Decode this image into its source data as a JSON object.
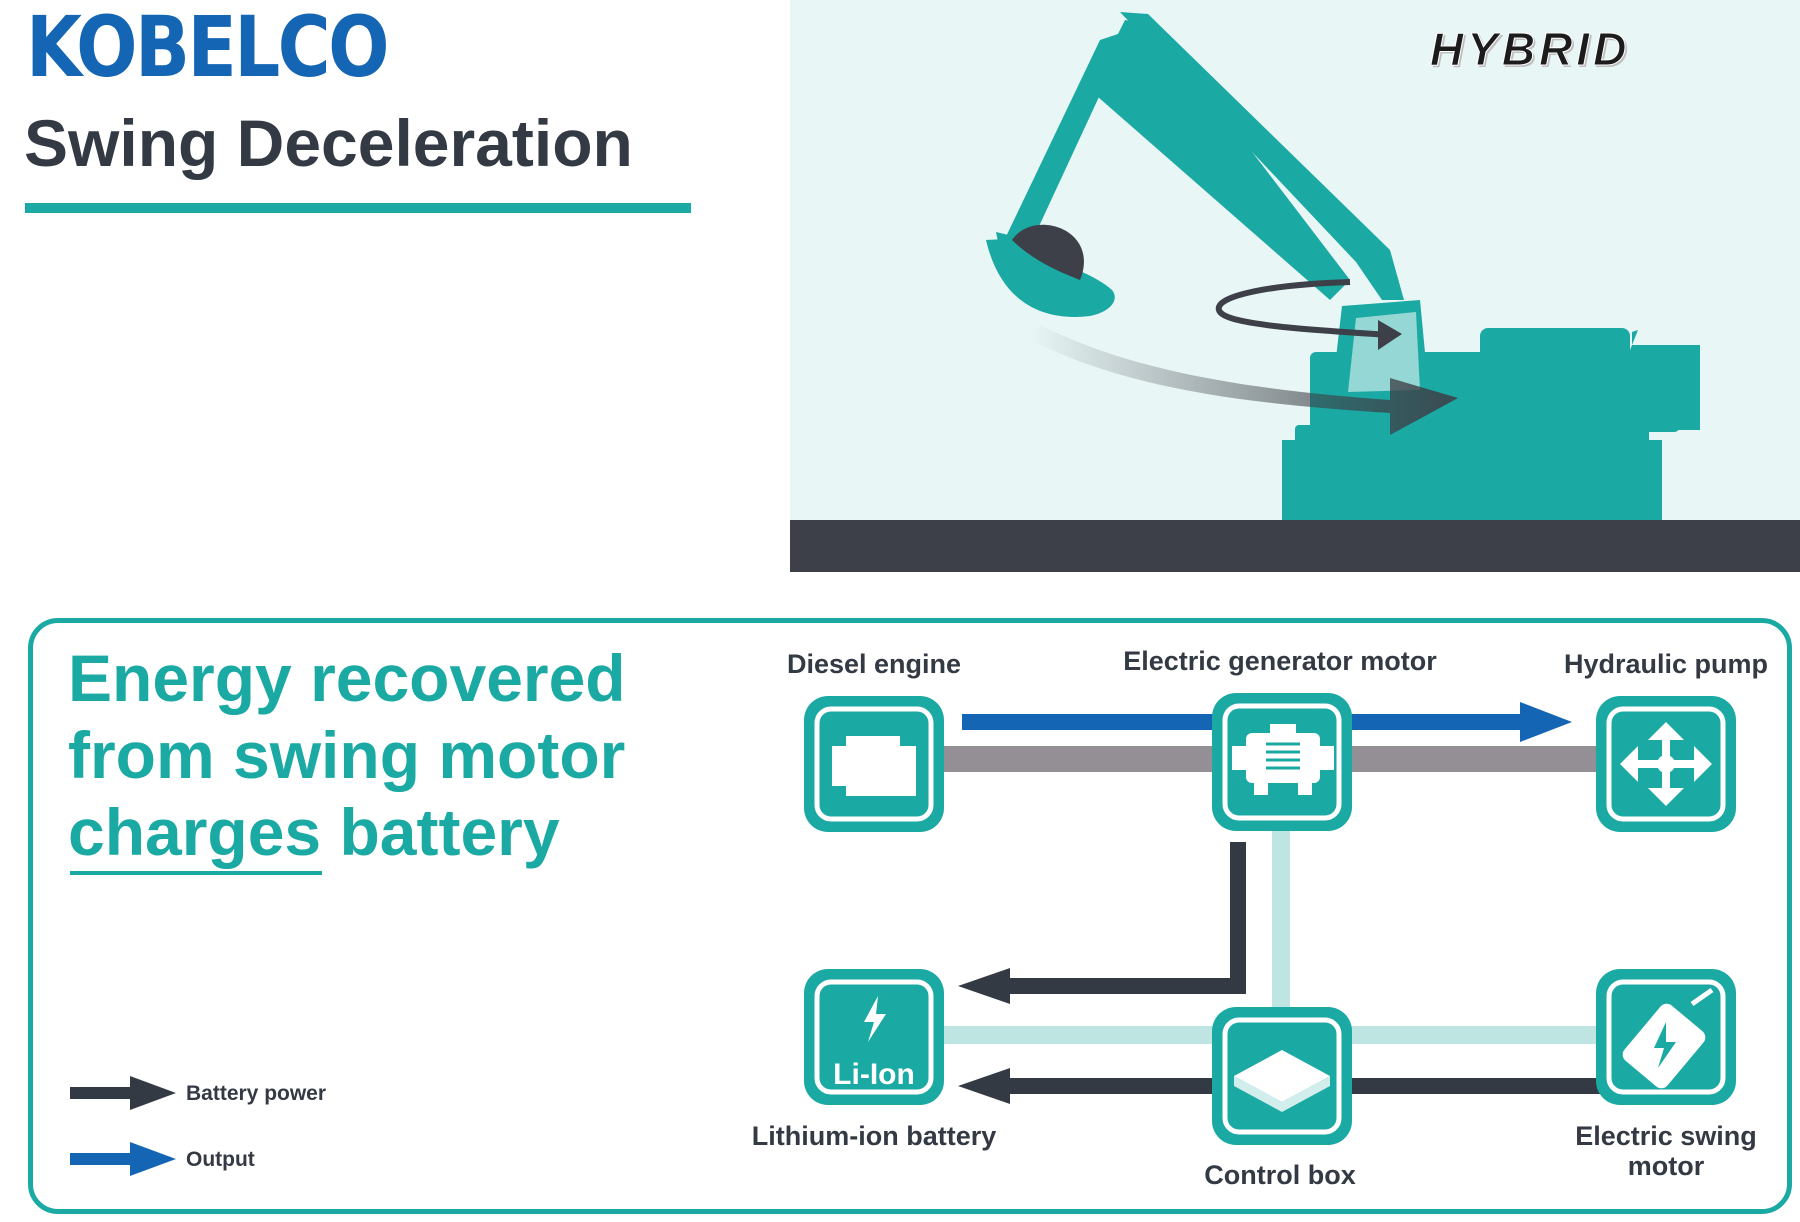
{
  "brand": {
    "logo_text": "KOBELCO",
    "badge": "HYBRID"
  },
  "header": {
    "title": "Swing Deceleration"
  },
  "panel": {
    "headline_lines": [
      "Energy recovered",
      "from swing motor",
      "charges battery"
    ],
    "headline_underlined_word": "charges"
  },
  "components": {
    "diesel_engine": {
      "label": "Diesel engine",
      "icon": "engine-icon"
    },
    "generator_motor": {
      "label": "Electric generator motor",
      "icon": "motor-icon"
    },
    "hydraulic_pump": {
      "label": "Hydraulic pump",
      "icon": "pump-icon"
    },
    "battery": {
      "label": "Lithium-ion battery",
      "icon_text": "Li-Ion",
      "icon": "battery-icon"
    },
    "control_box": {
      "label": "Control box",
      "icon": "control-box-icon"
    },
    "swing_motor": {
      "label_line1": "Electric swing",
      "label_line2": "motor",
      "icon": "swing-motor-icon"
    }
  },
  "legend": {
    "battery_power": {
      "label": "Battery power",
      "color": "#343a44"
    },
    "output": {
      "label": "Output",
      "color": "#1466b4"
    }
  },
  "colors": {
    "teal": "#1ba9a3",
    "scene_bg": "#e8f6f5",
    "ground": "#3d4048",
    "shaft": "#948f94",
    "electric_link": "#bfe5e2",
    "dark": "#343a44",
    "blue": "#1466b4"
  }
}
